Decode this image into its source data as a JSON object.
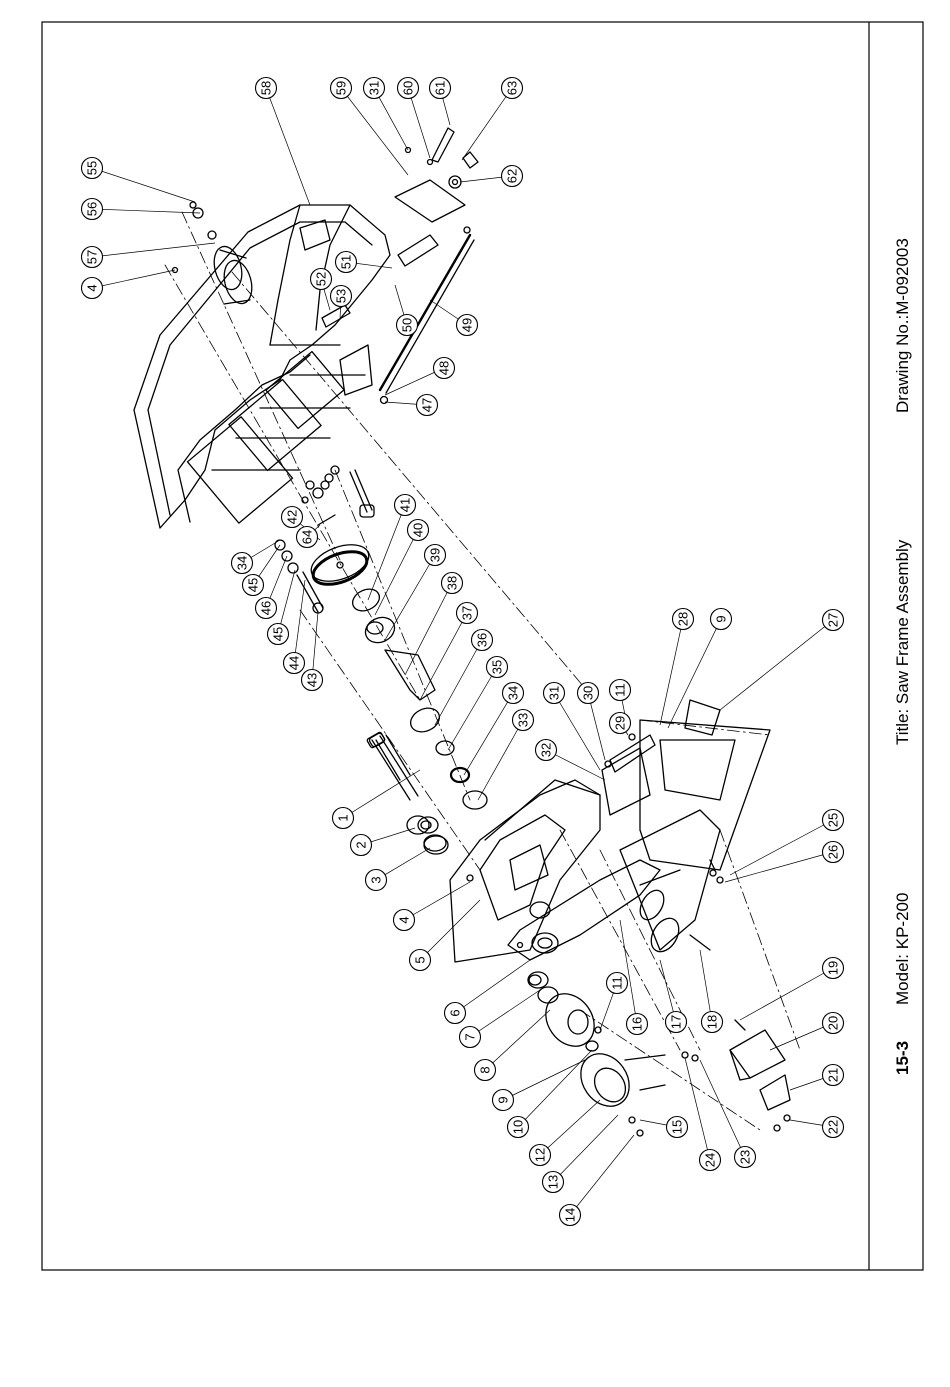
{
  "title_block": {
    "section": "15-3",
    "model": "Model: KP-200",
    "title": "Title: Saw Frame Assembly",
    "drawing_no": "Drawing No.:M-092003"
  },
  "callouts": [
    {
      "id": "c1",
      "label": "1"
    },
    {
      "id": "c2",
      "label": "2"
    },
    {
      "id": "c3",
      "label": "3"
    },
    {
      "id": "c4a",
      "label": "4"
    },
    {
      "id": "c5",
      "label": "5"
    },
    {
      "id": "c6",
      "label": "6"
    },
    {
      "id": "c7",
      "label": "7"
    },
    {
      "id": "c8",
      "label": "8"
    },
    {
      "id": "c9a",
      "label": "9"
    },
    {
      "id": "c10",
      "label": "10"
    },
    {
      "id": "c11a",
      "label": "11"
    },
    {
      "id": "c12",
      "label": "12"
    },
    {
      "id": "c13",
      "label": "13"
    },
    {
      "id": "c14",
      "label": "14"
    },
    {
      "id": "c15",
      "label": "15"
    },
    {
      "id": "c16",
      "label": "16"
    },
    {
      "id": "c17",
      "label": "17"
    },
    {
      "id": "c18",
      "label": "18"
    },
    {
      "id": "c19",
      "label": "19"
    },
    {
      "id": "c20",
      "label": "20"
    },
    {
      "id": "c21",
      "label": "21"
    },
    {
      "id": "c22",
      "label": "22"
    },
    {
      "id": "c23",
      "label": "23"
    },
    {
      "id": "c24",
      "label": "24"
    },
    {
      "id": "c25",
      "label": "25"
    },
    {
      "id": "c26",
      "label": "26"
    },
    {
      "id": "c27",
      "label": "27"
    },
    {
      "id": "c28",
      "label": "28"
    },
    {
      "id": "c9b",
      "label": "9"
    },
    {
      "id": "c11b",
      "label": "11"
    },
    {
      "id": "c29",
      "label": "29"
    },
    {
      "id": "c30",
      "label": "30"
    },
    {
      "id": "c31a",
      "label": "31"
    },
    {
      "id": "c32",
      "label": "32"
    },
    {
      "id": "c33",
      "label": "33"
    },
    {
      "id": "c34a",
      "label": "34"
    },
    {
      "id": "c35",
      "label": "35"
    },
    {
      "id": "c36",
      "label": "36"
    },
    {
      "id": "c37",
      "label": "37"
    },
    {
      "id": "c38",
      "label": "38"
    },
    {
      "id": "c39",
      "label": "39"
    },
    {
      "id": "c40",
      "label": "40"
    },
    {
      "id": "c41",
      "label": "41"
    },
    {
      "id": "c42",
      "label": "42"
    },
    {
      "id": "c43",
      "label": "43"
    },
    {
      "id": "c44",
      "label": "44"
    },
    {
      "id": "c45a",
      "label": "45"
    },
    {
      "id": "c46",
      "label": "46"
    },
    {
      "id": "c45b",
      "label": "45"
    },
    {
      "id": "c34b",
      "label": "34"
    },
    {
      "id": "c64",
      "label": "64"
    },
    {
      "id": "c47",
      "label": "47"
    },
    {
      "id": "c48",
      "label": "48"
    },
    {
      "id": "c49",
      "label": "49"
    },
    {
      "id": "c50",
      "label": "50"
    },
    {
      "id": "c51",
      "label": "51"
    },
    {
      "id": "c52",
      "label": "52"
    },
    {
      "id": "c53",
      "label": "53"
    },
    {
      "id": "c4b",
      "label": "4"
    },
    {
      "id": "c57",
      "label": "57"
    },
    {
      "id": "c56",
      "label": "56"
    },
    {
      "id": "c55",
      "label": "55"
    },
    {
      "id": "c58",
      "label": "58"
    },
    {
      "id": "c59",
      "label": "59"
    },
    {
      "id": "c31b",
      "label": "31"
    },
    {
      "id": "c60",
      "label": "60"
    },
    {
      "id": "c61",
      "label": "61"
    },
    {
      "id": "c63",
      "label": "63"
    },
    {
      "id": "c62",
      "label": "62"
    }
  ]
}
